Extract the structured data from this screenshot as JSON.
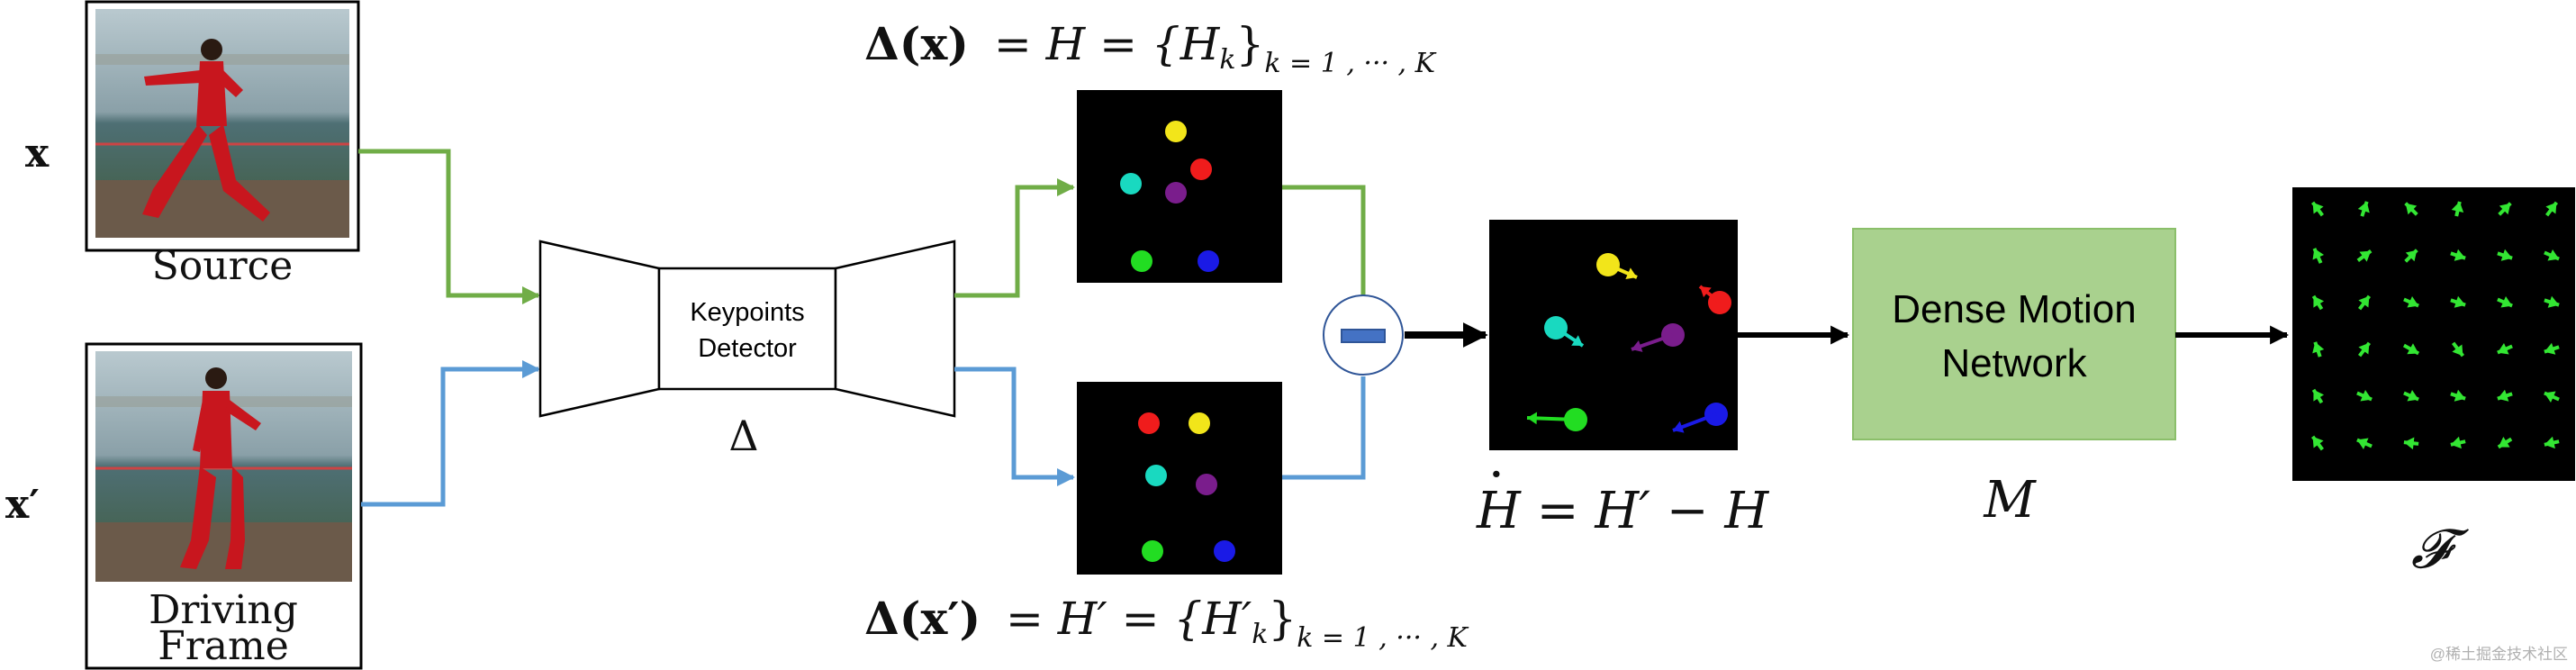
{
  "inputs": {
    "source": {
      "symbol": "x",
      "caption": "Source"
    },
    "driving": {
      "symbol": "x′",
      "caption_line1": "Driving",
      "caption_line2": "Frame"
    }
  },
  "detector": {
    "label_line1": "Keypoints",
    "label_line2": "Detector",
    "symbol": "Δ"
  },
  "heatmaps": {
    "top_formula": {
      "lhs": "Δ(x)",
      "eq": "= H = {H",
      "sub": "k",
      "close": "}",
      "range": "k = 1 , ··· , K"
    },
    "bottom_formula": {
      "lhs": "Δ(x′)",
      "eq": "= H′ = {H′",
      "sub": "k",
      "close": "}",
      "range": "k = 1 , ··· , K"
    },
    "top_keypoint_colors": [
      "#f2e51a",
      "#19d9c0",
      "#f01c1c",
      "#7a1d8c",
      "#22dd22",
      "#1a1ae6"
    ],
    "bottom_keypoint_colors": [
      "#f01c1c",
      "#f2e51a",
      "#19d9c0",
      "#7a1d8c",
      "#22dd22",
      "#1a1ae6"
    ]
  },
  "difference": {
    "formula_line": "H = H′ − H",
    "operator": "minus"
  },
  "motion_network": {
    "label_line1": "Dense Motion",
    "label_line2": "Network",
    "symbol": "M",
    "fill": "#a9d18e"
  },
  "output": {
    "symbol": "𝓕"
  },
  "colors": {
    "source_arrow": "#70ad47",
    "driving_arrow": "#5b9bd5",
    "main_arrow": "#000000",
    "minus_bar": "#4472c4",
    "flow_arrow": "#33e633"
  },
  "watermark": "@稀土掘金技术社区"
}
